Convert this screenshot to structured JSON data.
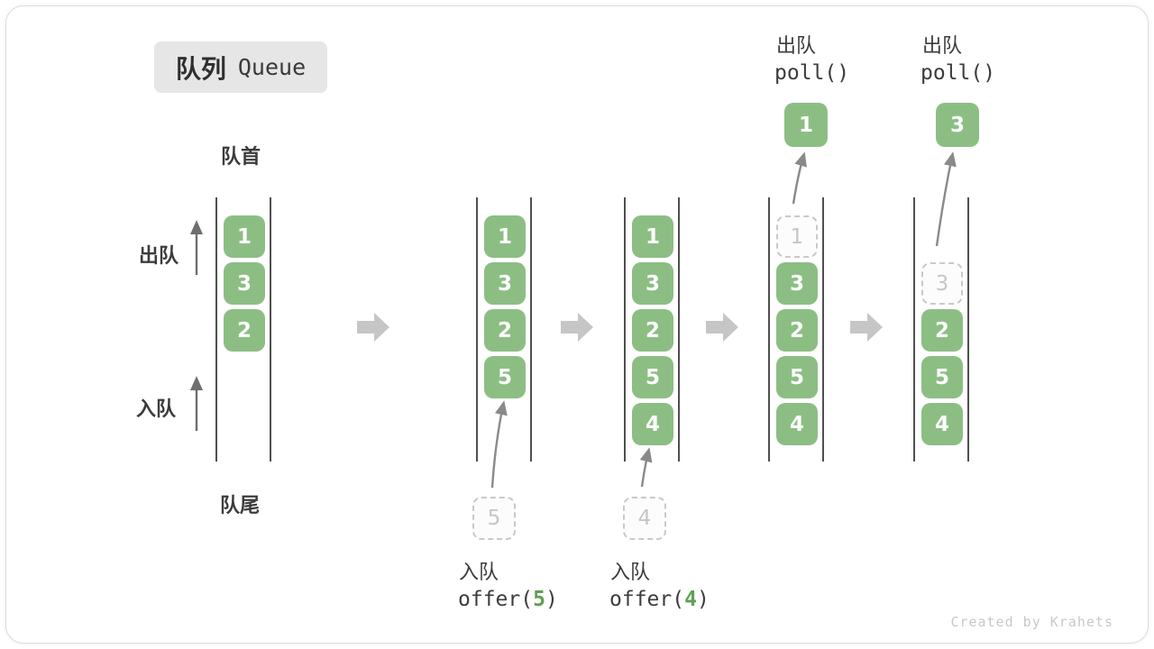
{
  "title": {
    "zh": "队列",
    "en": "Queue"
  },
  "labels": {
    "front": "队首",
    "rear": "队尾",
    "dequeue": "出队",
    "enqueue": "入队"
  },
  "states": [
    {
      "slots": [
        "1",
        "3",
        "2"
      ]
    },
    {
      "slots": [
        "1",
        "3",
        "2",
        "5"
      ],
      "staged": "5",
      "op": {
        "label": "入队",
        "code_pre": "offer(",
        "arg": "5",
        "code_post": ")"
      }
    },
    {
      "slots": [
        "1",
        "3",
        "2",
        "5",
        "4"
      ],
      "staged": "4",
      "op": {
        "label": "入队",
        "code_pre": "offer(",
        "arg": "4",
        "code_post": ")"
      }
    },
    {
      "ghost": "1",
      "slots": [
        "3",
        "2",
        "5",
        "4"
      ],
      "popped": "1",
      "op": {
        "label": "出队",
        "code": "poll()"
      }
    },
    {
      "ghost": "3",
      "slots": [
        "2",
        "5",
        "4"
      ],
      "popped": "3",
      "op": {
        "label": "出队",
        "code": "poll()"
      }
    }
  ],
  "credit": "Created by Krahets",
  "icons": {
    "step_arrow": "block-right-arrow",
    "flow_arrow": "curved-up-arrow",
    "direction_arrow": "up-arrow"
  },
  "colors": {
    "node_green": "#8CBE84",
    "code_arg_green": "#5FA052",
    "block_arrow_gray": "#C6C6C6",
    "flow_arrow_gray": "#8A8A8A",
    "rail_dark": "#4F4F4F",
    "text_dark": "#3C3C3C",
    "ghost_gray": "#C9C9C9",
    "credit_gray": "#C8C8C8",
    "title_bg": "#E6E6E6"
  }
}
